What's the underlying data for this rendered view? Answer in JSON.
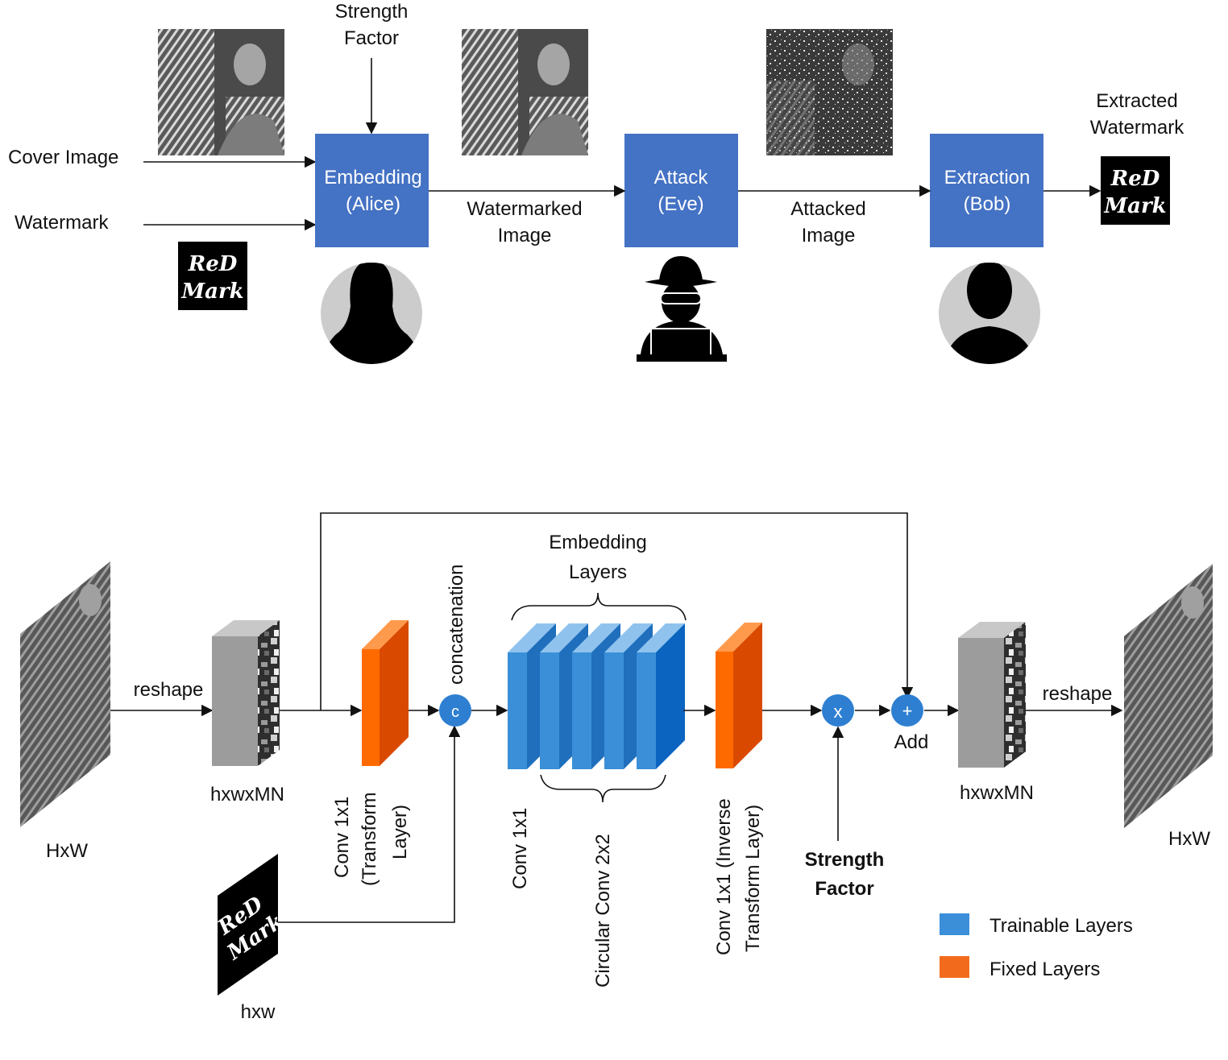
{
  "colors": {
    "process_box": "#4472c4",
    "trainable": "#3a8fd8",
    "fixed": "#f26b1d",
    "operator_circle": "#2e7fd1",
    "avatar_bg": "#cccccc"
  },
  "top_pipeline": {
    "inputs": {
      "cover_image": "Cover Image",
      "watermark": "Watermark",
      "strength_factor_line1": "Strength",
      "strength_factor_line2": "Factor"
    },
    "boxes": [
      {
        "line1": "Embedding",
        "line2": "(Alice)"
      },
      {
        "line1": "Attack",
        "line2": "(Eve)"
      },
      {
        "line1": "Extraction",
        "line2": "(Bob)"
      }
    ],
    "edges": {
      "watermarked_line1": "Watermarked",
      "watermarked_line2": "Image",
      "attacked_line1": "Attacked",
      "attacked_line2": "Image",
      "extracted_line1": "Extracted",
      "extracted_line2": "Watermark"
    },
    "logo_line1": "ReD",
    "logo_line2": "Mark",
    "icons": [
      "cover-image-thumbnail",
      "watermarked-image-thumbnail",
      "attacked-image-thumbnail",
      "alice-avatar-icon",
      "hacker-icon",
      "bob-avatar-icon"
    ]
  },
  "bottom_architecture": {
    "input_size": "HxW",
    "reshape_in": "reshape",
    "tensor_in": "hxwxMN",
    "watermark_size": "hxw",
    "transform_line1": "Conv 1x1",
    "transform_line2": "(Transform",
    "transform_line3": "Layer)",
    "concat_symbol": "c",
    "concat_label": "concatenation",
    "embedding_layers_line1": "Embedding",
    "embedding_layers_line2": "Layers",
    "conv_label": "Conv  1x1",
    "circular_label": "Circular Conv  2x2",
    "inverse_line1": "Conv 1x1 (Inverse",
    "inverse_line2": "Transform Layer)",
    "multiply_symbol": "x",
    "add_symbol": "+",
    "add_label": "Add",
    "strength_line1": "Strength",
    "strength_line2": "Factor",
    "tensor_out": "hxwxMN",
    "reshape_out": "reshape",
    "output_size": "HxW",
    "legend": [
      {
        "label": "Trainable Layers",
        "color": "#3a8fd8"
      },
      {
        "label": "Fixed Layers",
        "color": "#f26b1d"
      }
    ]
  }
}
